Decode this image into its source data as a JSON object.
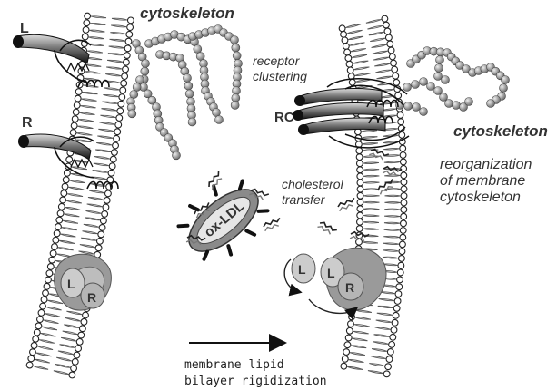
{
  "labels": {
    "cytoskeleton_left": "cytoskeleton",
    "cytoskeleton_right": "cytoskeleton",
    "receptor_clustering_line1": "receptor",
    "receptor_clustering_line2": "clustering",
    "cholesterol_transfer_line1": "cholesterol",
    "cholesterol_transfer_line2": "transfer",
    "reorganization_line1": "reorganization",
    "reorganization_line2": "of membrane",
    "reorganization_line3": "cytoskeleton",
    "ligand_L": "L",
    "receptor_R": "R",
    "receptor_cluster_RC": "RC",
    "oxldl": "ox-LDL",
    "raft_left_L": "L",
    "raft_left_R": "R",
    "raft_right_L": "L",
    "raft_right_R": "R",
    "rigidization_line1": "membrane lipid",
    "rigidization_line2": "bilayer rigidization"
  }
}
